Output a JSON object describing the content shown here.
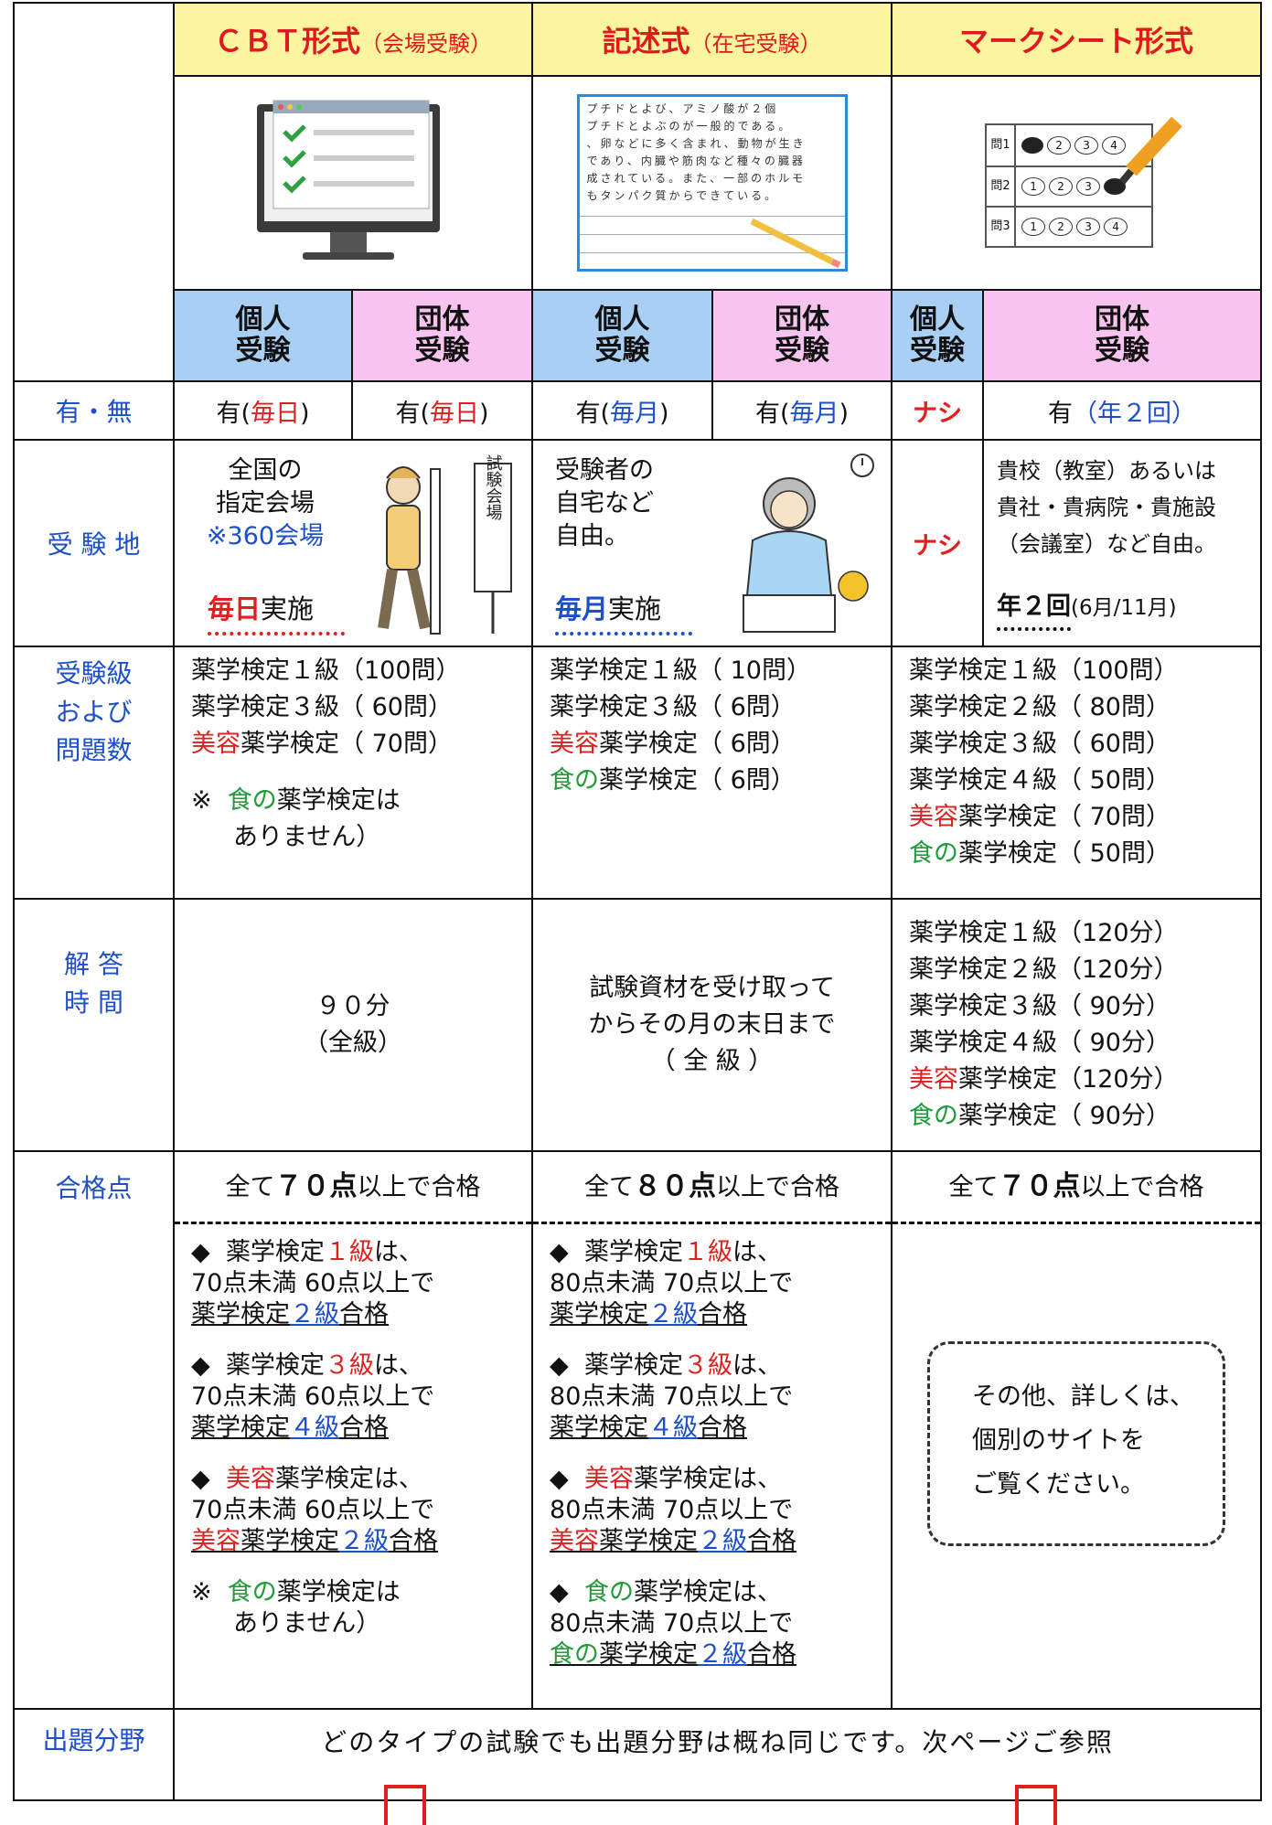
{
  "header": {
    "cbt": {
      "title": "ＣＢＴ形式",
      "sub": "（会場受験）"
    },
    "written": {
      "title": "記述式",
      "sub": "（在宅受験）"
    },
    "mark": {
      "title": "マークシート形式"
    }
  },
  "images": {
    "written_sheet_lines": [
      "プチドとよび、アミノ酸が２個",
      "プチドとよぶのが一般的である。",
      "、卵などに多く含まれ、動物が生き",
      "であり、内臓や筋肉など種々の臓器",
      "成されている。また、一部のホルモ",
      "もタンパク質からできている。"
    ],
    "mark_rows": [
      "問1",
      "問2",
      "問3"
    ],
    "mark_digits": [
      "1",
      "2",
      "3",
      "4"
    ]
  },
  "types": {
    "individual_1": "個人",
    "individual_2": "受験",
    "group_1": "団体",
    "group_2": "受験"
  },
  "labels": {
    "availability": "有・無",
    "location": "受 験 地",
    "grades_1": "受験級",
    "grades_2": "および",
    "grades_3": "問題数",
    "time_1": "解 答",
    "time_2": "時 間",
    "pass": "合格点",
    "field": "出題分野"
  },
  "availability": {
    "yes": "有",
    "lp": "(",
    "rp": ")",
    "daily": "毎日",
    "monthly": "毎月",
    "none": "ナシ",
    "lp2": "（",
    "rp2": "）",
    "twice": "年２回"
  },
  "location": {
    "cbt_1": "全国の",
    "cbt_2": "指定会場",
    "cbt_3": "※360会場",
    "cbt_daily": "毎日",
    "cbt_held": "実施",
    "sign": "試験会場",
    "written_1": "受験者の",
    "written_2": "自宅など",
    "written_3": "自由。",
    "written_monthly": "毎月",
    "written_held": "実施",
    "none": "ナシ",
    "group_1": "貴校（教室）あるいは",
    "group_2": "貴社・貴病院・貴施設",
    "group_3": "（会議室）など自由。",
    "group_twice": "年２回",
    "group_months": "(6月/11月)"
  },
  "grades": {
    "g1": "薬学検定１級",
    "g2": "薬学検定２級",
    "g3": "薬学検定３級",
    "g4": "薬学検定４級",
    "beauty": "美容",
    "food": "食の",
    "exam": "薬学検定",
    "cbt_q1": "（100問）",
    "cbt_q3": "（ 60問）",
    "cbt_qb": "（ 70問）",
    "cbt_note_mark": "※",
    "cbt_note_1": "薬学検定は",
    "cbt_note_2": "ありません）",
    "wr_q": "（ 10問）",
    "wr_q6": "（ 6問）",
    "mk_q1": "（100問）",
    "mk_q2": "（ 80問）",
    "mk_q3": "（ 60問）",
    "mk_q4": "（ 50問）",
    "mk_qb": "（ 70問）",
    "mk_qf": "（ 50問）"
  },
  "time": {
    "cbt_1": "９０分",
    "cbt_2": "（全級）",
    "wr_1": "試験資材を受け取って",
    "wr_2": "からその月の末日まで",
    "wr_3": "（ 全 級 ）",
    "mk_120": "（120分）",
    "mk_90": "（ 90分）"
  },
  "pass": {
    "all": "全て",
    "p70": "７０点",
    "p80": "８０点",
    "above": "以上で合格",
    "diamond": "◆",
    "exam": "薬学検定",
    "beauty": "美容",
    "food": "食の",
    "g1": "１級",
    "g2": "２級",
    "g3": "３級",
    "g4": "４級",
    "wa": "は、",
    "gokaku": "合格",
    "cbt_line": "70点未満 60点以上で",
    "wr_line": "80点未満 70点以上で",
    "note_mark": "※",
    "note_1": "薬学検定は",
    "note_2": "ありません）",
    "mk_1": "その他、詳しくは、",
    "mk_2": "個別のサイトを",
    "mk_3": "ご覧ください。"
  },
  "field": {
    "text": "どのタイプの試験でも出題分野は概ね同じです。次ページご参照"
  }
}
